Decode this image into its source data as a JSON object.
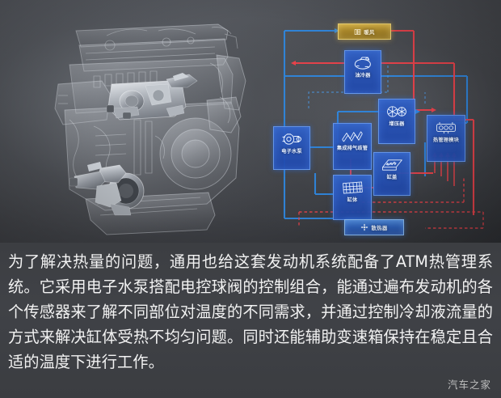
{
  "hero": {
    "engine_image_alt": "cutaway-engine-illustration"
  },
  "diagram": {
    "title_hidden": "",
    "colors": {
      "hot_flow": "#e8424a",
      "cold_flow": "#2a7fd4",
      "node_fill": "#2a5cc0",
      "node_border": "#7aa8f0",
      "heater_pill": "#bf9a33",
      "radiator_pill": "#3a74cc",
      "background": "#46484d"
    },
    "legend": {
      "hot_label": "",
      "cold_label": ""
    },
    "nodes": [
      {
        "id": "heater",
        "label": "暖风",
        "icon": "heater-icon",
        "shape": "pill-gold"
      },
      {
        "id": "oil-cooler",
        "label": "油冷器",
        "icon": "oil-cooler-icon",
        "shape": "box"
      },
      {
        "id": "water-pump",
        "label": "电子水泵",
        "icon": "water-pump-icon",
        "shape": "box"
      },
      {
        "id": "exhaust-manifold",
        "label": "集成排气歧管",
        "icon": "exhaust-manifold-icon",
        "shape": "box"
      },
      {
        "id": "turbocharger",
        "label": "增压器",
        "icon": "turbocharger-icon",
        "shape": "box"
      },
      {
        "id": "thermal-module",
        "label": "热管理模块",
        "icon": "thermal-module-icon",
        "shape": "box"
      },
      {
        "id": "cylinder-head",
        "label": "缸盖",
        "icon": "cylinder-head-icon",
        "shape": "box"
      },
      {
        "id": "cylinder-block",
        "label": "缸体",
        "icon": "cylinder-block-icon",
        "shape": "box"
      },
      {
        "id": "radiator",
        "label": "散热器",
        "icon": "fan-icon",
        "shape": "pill-blue"
      }
    ]
  },
  "caption": {
    "text": "为了解决热量的问题，通用也给这套发动机系统配备了ATM热管理系统。它采用电子水泵搭配电控球阀的控制组合，能通过遍布发动机的各个传感器来了解不同部位对温度的不同需求，并通过控制冷却液流量的方式来解决缸体受热不均匀问题。同时还能辅助变速箱保持在稳定且合适的温度下进行工作。",
    "watermark": "汽车之家"
  }
}
